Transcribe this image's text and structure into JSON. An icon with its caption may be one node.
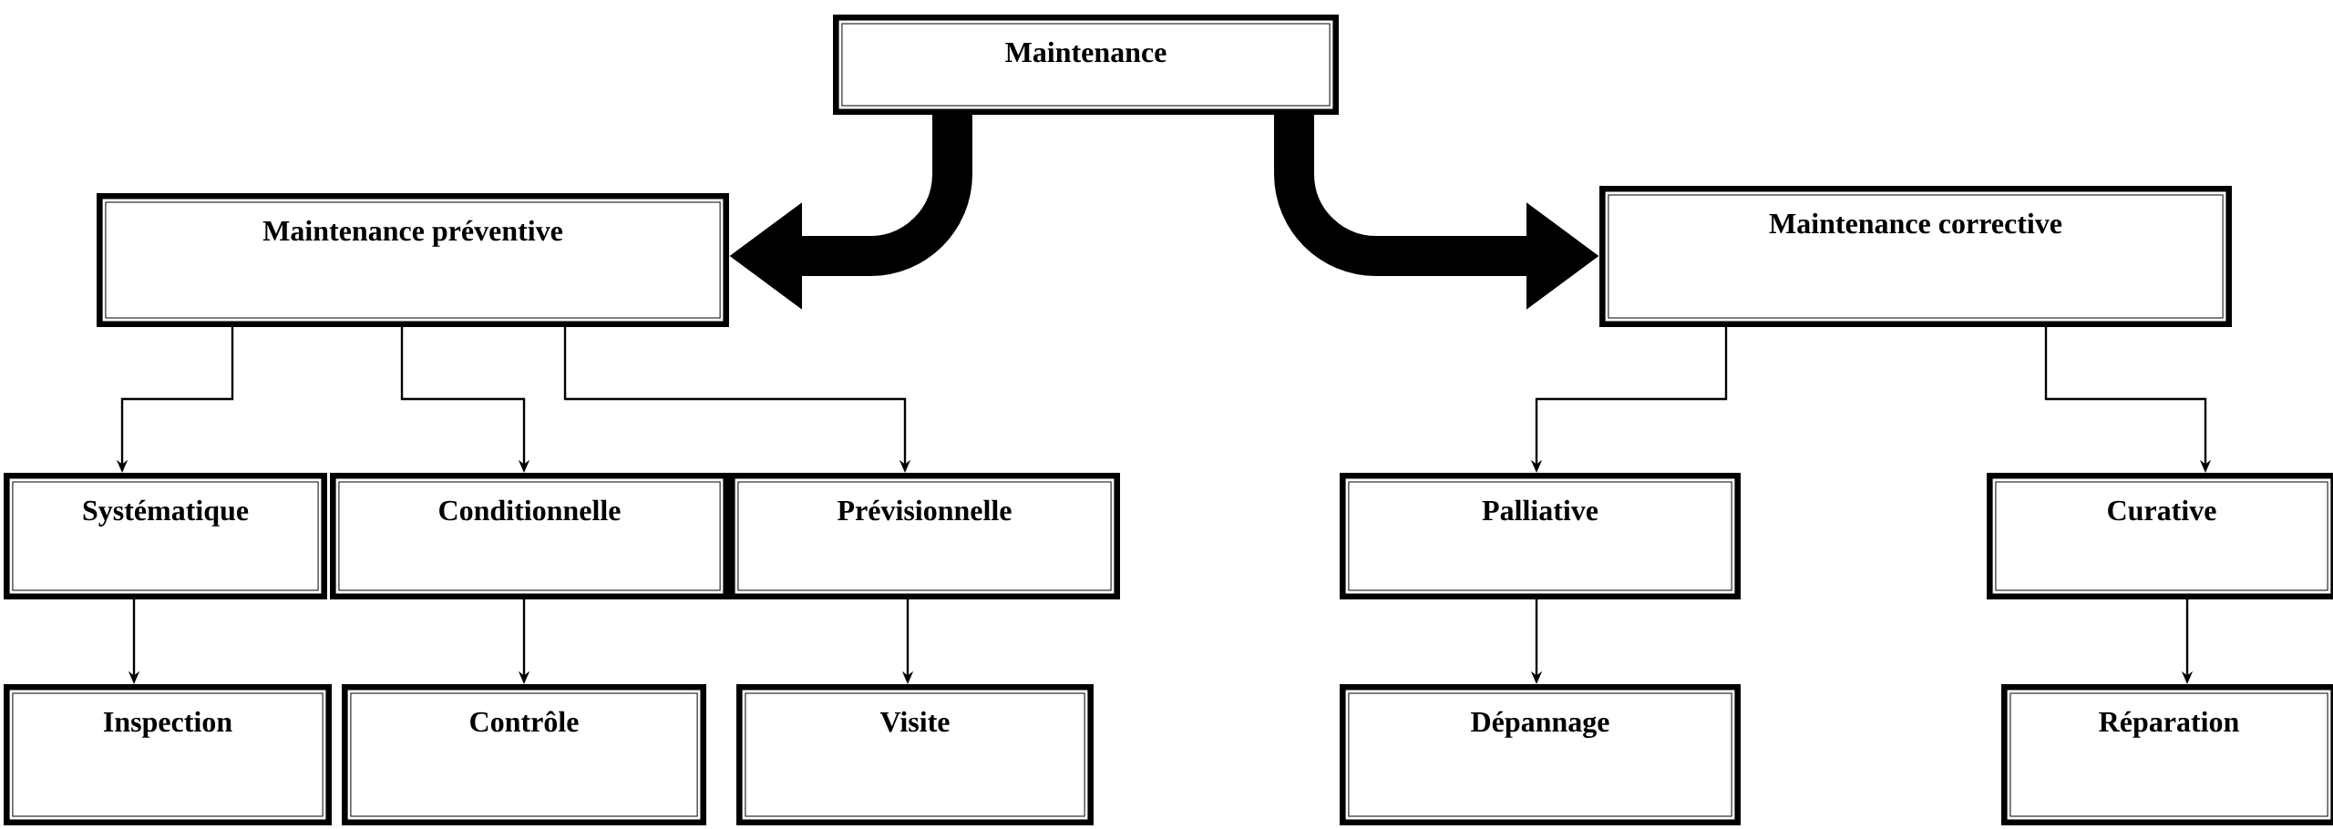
{
  "diagram": {
    "nodes": [
      {
        "text": [
          "Maintenance"
        ]
      },
      {
        "text": [
          "Maintenance préventive"
        ]
      },
      {
        "text": [
          "Maintenance corrective"
        ]
      },
      {
        "text": [
          "Systématique"
        ]
      },
      {
        "text": [
          "Conditionnelle"
        ]
      },
      {
        "text": [
          "Prévisionnelle"
        ]
      },
      {
        "text": [
          "Palliative"
        ]
      },
      {
        "text": [
          "Curative"
        ]
      },
      {
        "text": [
          "Inspection"
        ]
      },
      {
        "text": [
          "Contrôle"
        ]
      },
      {
        "text": [
          "Visite"
        ]
      },
      {
        "text": [
          "Dépannage"
        ]
      },
      {
        "text": [
          "Réparation"
        ]
      }
    ],
    "edges": [
      {
        "from": 0,
        "to": 1,
        "arrow": "to",
        "style": "thick"
      },
      {
        "from": 0,
        "to": 2,
        "arrow": "to",
        "style": "thick"
      },
      {
        "from": 1,
        "to": 3,
        "arrow": "to"
      },
      {
        "from": 1,
        "to": 4,
        "arrow": "to"
      },
      {
        "from": 1,
        "to": 5,
        "arrow": "to"
      },
      {
        "from": 2,
        "to": 6,
        "arrow": "to"
      },
      {
        "from": 2,
        "to": 7,
        "arrow": "to"
      },
      {
        "from": 3,
        "to": 8,
        "arrow": "to"
      },
      {
        "from": 4,
        "to": 9,
        "arrow": "to"
      },
      {
        "from": 5,
        "to": 10,
        "arrow": "to"
      },
      {
        "from": 6,
        "to": 11,
        "arrow": "to"
      },
      {
        "from": 7,
        "to": 12,
        "arrow": "to"
      }
    ]
  }
}
